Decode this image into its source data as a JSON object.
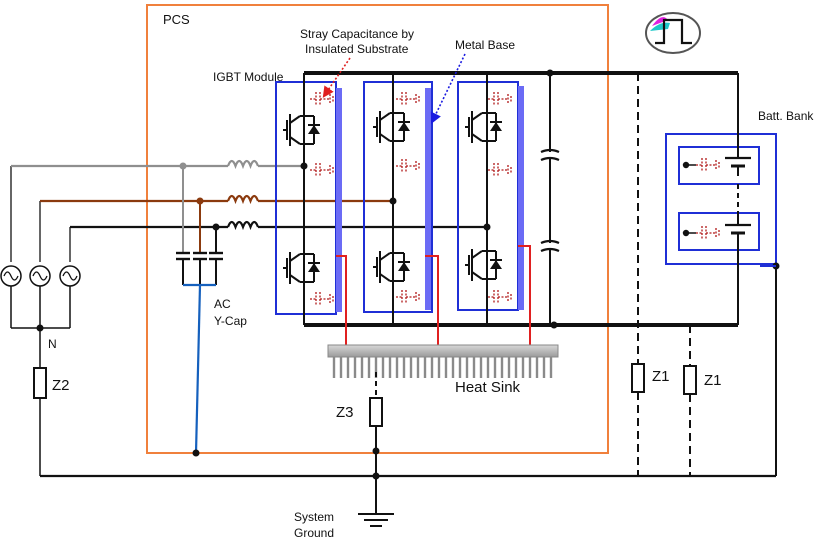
{
  "labels": {
    "pcs": "PCS",
    "stray_capacitance": "Stray Capacitance by",
    "insulated_substrate": "Insulated Substrate",
    "metal_base": "Metal Base",
    "igbt_module": "IGBT Module",
    "batt_bank": "Batt. Bank",
    "ac": "AC",
    "y_cap": "Y-Cap",
    "n": "N",
    "z2": "Z2",
    "z3": "Z3",
    "z1_a": "Z1",
    "z1_b": "Z1",
    "heat_sink": "Heat Sink",
    "system": "System",
    "ground": "Ground"
  },
  "colors": {
    "pcs_border": "#f0803c",
    "module_border": "#1f2fd6",
    "metal_base": "#6b6bf5",
    "stray_cap": "#b01818",
    "phase_a": "#8f8f8f",
    "phase_b": "#8b3a0e",
    "phase_c": "#111111",
    "ycap_ground": "#1560bd",
    "heatsink_red": "#e02020",
    "arrow_red": "#e02020",
    "arrow_blue": "#1a1ae0"
  }
}
